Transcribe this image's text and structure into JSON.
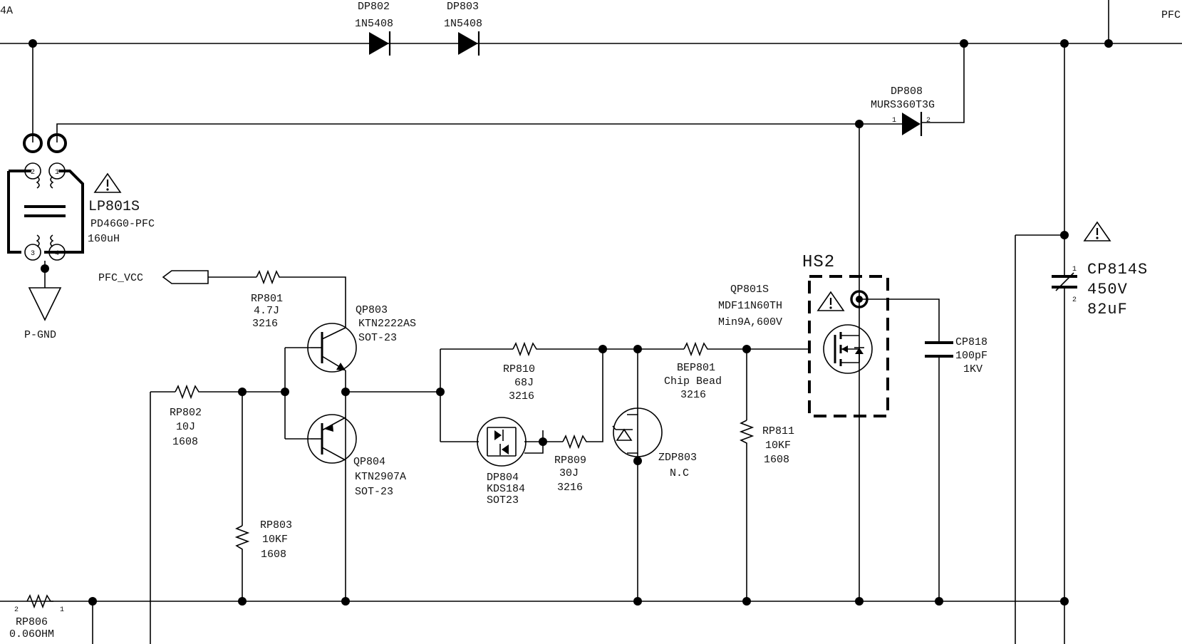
{
  "edge_labels": {
    "top_left": "4A",
    "top_right": "PFC"
  },
  "dp802": {
    "ref": "DP802",
    "part": "1N5408"
  },
  "dp803": {
    "ref": "DP803",
    "part": "1N5408"
  },
  "dp808": {
    "ref": "DP808",
    "part": "MURS360T3G",
    "pin1": "1",
    "pin2": "2"
  },
  "lp801s": {
    "ref": "LP801S",
    "part": "PD46G0-PFC",
    "value": "160uH",
    "pins": [
      "2",
      "1",
      "3",
      "4"
    ]
  },
  "pgnd": {
    "label": "P-GND"
  },
  "pfc_vcc": {
    "label": "PFC_VCC"
  },
  "rp801": {
    "ref": "RP801",
    "value": "4.7J",
    "size": "3216"
  },
  "rp802": {
    "ref": "RP802",
    "value": "10J",
    "size": "1608"
  },
  "rp803": {
    "ref": "RP803",
    "value": "10KF",
    "size": "1608"
  },
  "rp806": {
    "ref": "RP806",
    "value": "0.06OHM",
    "pin1": "1",
    "pin2": "2"
  },
  "rp809": {
    "ref": "RP809",
    "value": "30J",
    "size": "3216"
  },
  "rp810": {
    "ref": "RP810",
    "value": "68J",
    "size": "3216"
  },
  "rp811": {
    "ref": "RP811",
    "value": "10KF",
    "size": "1608"
  },
  "qp803": {
    "ref": "QP803",
    "part": "KTN2222AS",
    "pkg": "SOT-23"
  },
  "qp804": {
    "ref": "QP804",
    "part": "KTN2907A",
    "pkg": "SOT-23"
  },
  "dp804": {
    "ref": "DP804",
    "part": "KDS184",
    "pkg": "SOT23"
  },
  "zdp803": {
    "ref": "ZDP803",
    "value": "N.C"
  },
  "bep801": {
    "ref": "BEP801",
    "part": "Chip Bead",
    "size": "3216"
  },
  "qp801s": {
    "ref": "QP801S",
    "part": "MDF11N60TH",
    "rating": "Min9A,600V"
  },
  "hs2": {
    "label": "HS2"
  },
  "cp818": {
    "ref": "CP818",
    "value": "100pF",
    "voltage": "1KV"
  },
  "cp814s": {
    "ref": "CP814S",
    "voltage": "450V",
    "value": "82uF",
    "pin1": "1",
    "pin2": "2"
  },
  "colors": {
    "ink": "#000000",
    "background": "#ffffff"
  },
  "icons": [
    "warning-triangle-icon",
    "ground-symbol-icon",
    "diode-icon",
    "resistor-icon",
    "npn-transistor-icon",
    "pnp-transistor-icon",
    "mosfet-icon",
    "capacitor-icon",
    "zener-diode-icon",
    "inductor-icon"
  ]
}
